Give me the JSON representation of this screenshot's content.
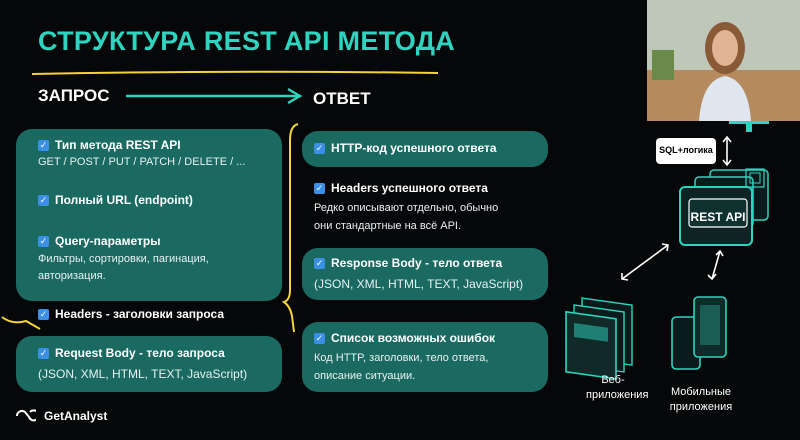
{
  "title": "СТРУКТУРА REST API МЕТОДА",
  "request_heading": "ЗАПРОС",
  "response_heading": "ОТВЕТ",
  "colors": {
    "accent": "#2fd4c1",
    "card": "#1a6a62",
    "check": "#3b8fe6",
    "yellow": "#f2d33a"
  },
  "request": {
    "method_label": "Тип метода REST API",
    "method_values": "GET / POST / PUT / PATCH / DELETE / ...",
    "url_label": "Полный URL (endpoint)",
    "query_label": "Query-параметры",
    "query_desc_1": "Фильтры, сортировки, пагинация,",
    "query_desc_2": "авторизация.",
    "headers_label": "Headers - заголовки запроса",
    "body_label": "Request Body - тело запроса",
    "body_formats": "(JSON, XML, HTML, TEXT, JavaScript)"
  },
  "response": {
    "http_code_label": "HTTP-код успешного ответа",
    "headers_label": "Headers успешного ответа",
    "headers_desc_1": "Редко описывают отдельно, обычно",
    "headers_desc_2": "они стандартные на всё API.",
    "body_label": "Response Body - тело ответа",
    "body_formats": "(JSON, XML, HTML, TEXT, JavaScript)",
    "errors_label": "Список возможных ошибок",
    "errors_desc_1": "Код HTTP, заголовки, тело ответа,",
    "errors_desc_2": "описание ситуации."
  },
  "diagram": {
    "sql_logic": "SQL+логика",
    "rest_api": "REST API",
    "web_label_1": "Веб-",
    "web_label_2": "приложения",
    "mobile_label_1": "Мобильные",
    "mobile_label_2": "приложения"
  },
  "brand": {
    "name": "GetAnalyst"
  }
}
